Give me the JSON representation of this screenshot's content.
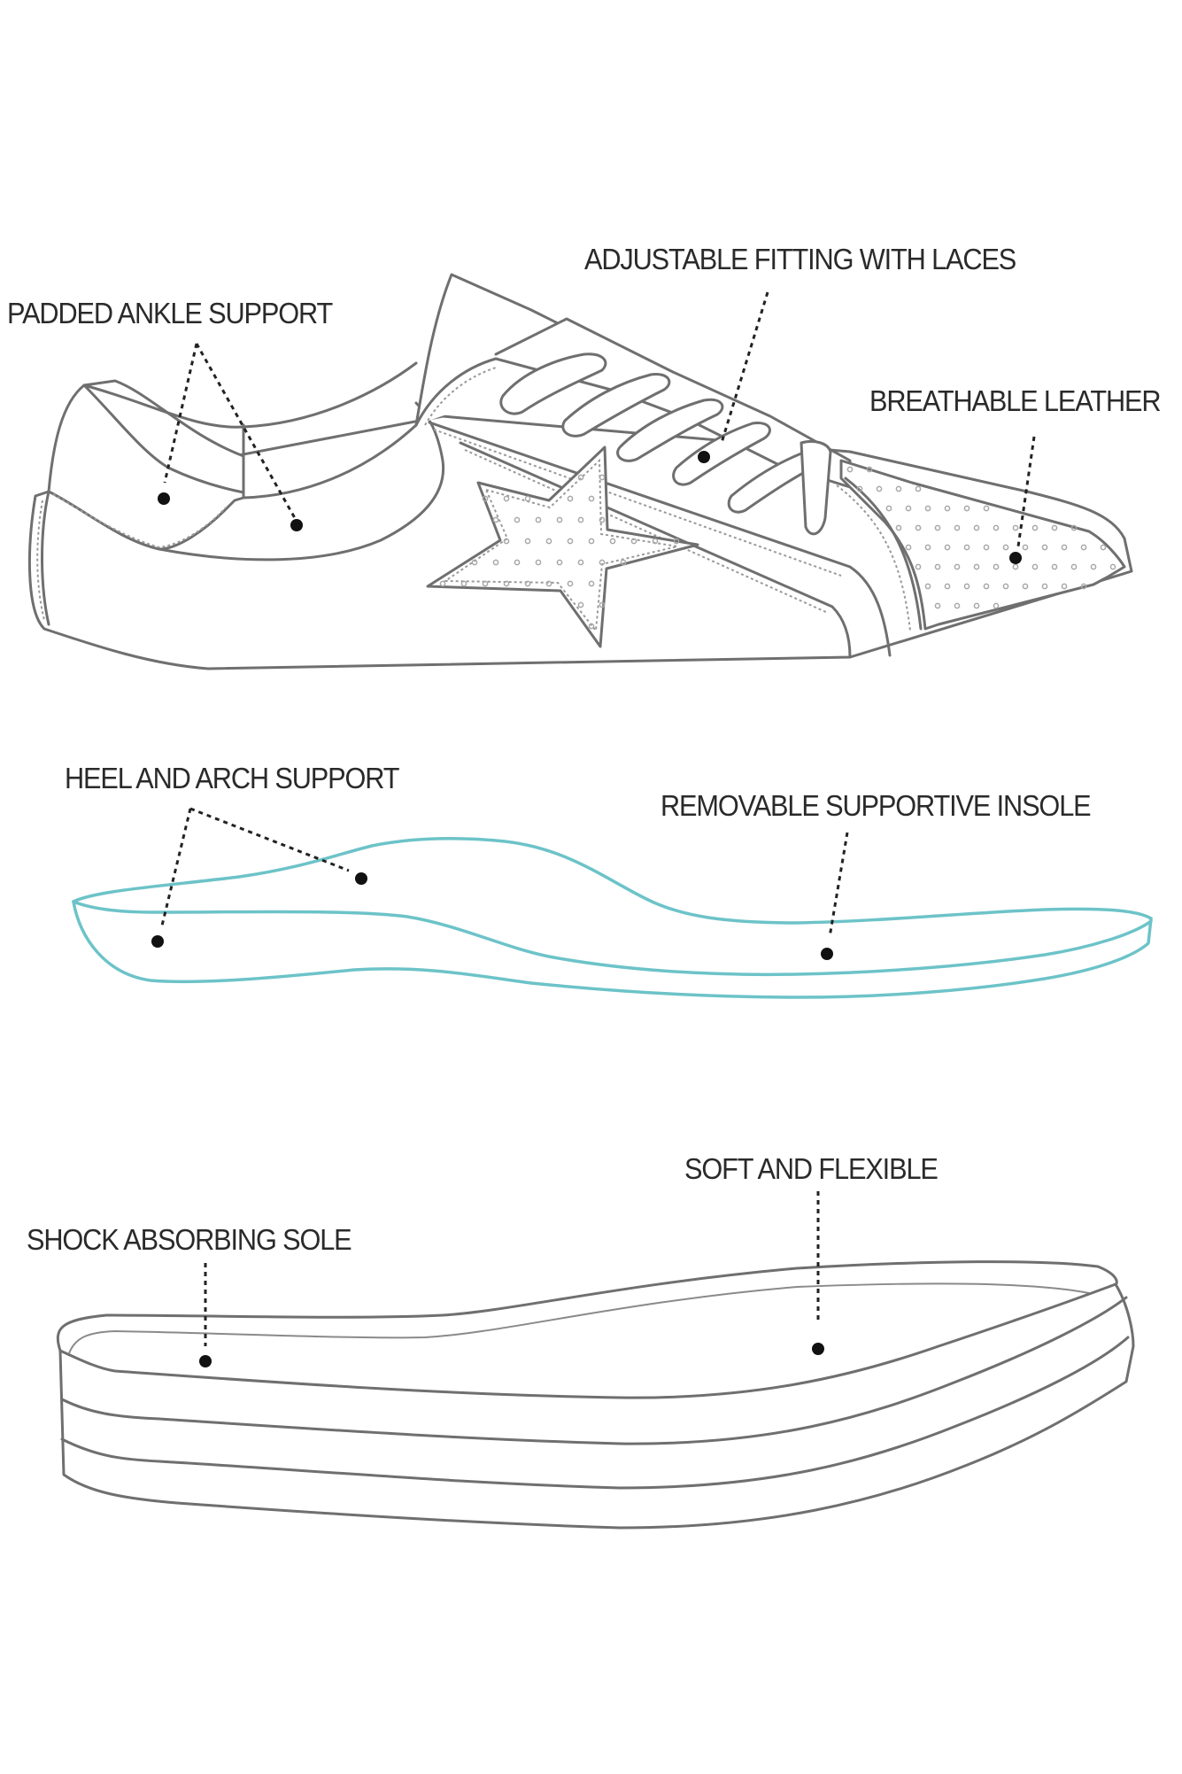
{
  "diagram": {
    "title": "",
    "colors": {
      "shoe_outline": "#6f6f6f",
      "insole_outline": "#6cc3c8",
      "leader_line": "#222222",
      "label_text": "#2a2a2a",
      "background": "#ffffff"
    },
    "sections": [
      {
        "id": "sneaker",
        "name": "Sneaker side view",
        "callouts": [
          {
            "id": "padded-ankle-support",
            "text": "PADDED ANKLE SUPPORT",
            "points": 2
          },
          {
            "id": "adjustable-fitting",
            "text": "ADJUSTABLE FITTING WITH LACES",
            "points": 1
          },
          {
            "id": "breathable-leather",
            "text": "BREATHABLE LEATHER",
            "points": 1
          }
        ]
      },
      {
        "id": "insole",
        "name": "Insole",
        "callouts": [
          {
            "id": "heel-arch-support",
            "text": "HEEL AND ARCH SUPPORT",
            "points": 2
          },
          {
            "id": "removable-insole",
            "text": "REMOVABLE SUPPORTIVE INSOLE",
            "points": 1
          }
        ]
      },
      {
        "id": "sole",
        "name": "Outsole",
        "callouts": [
          {
            "id": "shock-absorbing-sole",
            "text": "SHOCK ABSORBING SOLE",
            "points": 1
          },
          {
            "id": "soft-flexible",
            "text": "SOFT AND FLEXIBLE",
            "points": 1
          }
        ]
      }
    ]
  }
}
